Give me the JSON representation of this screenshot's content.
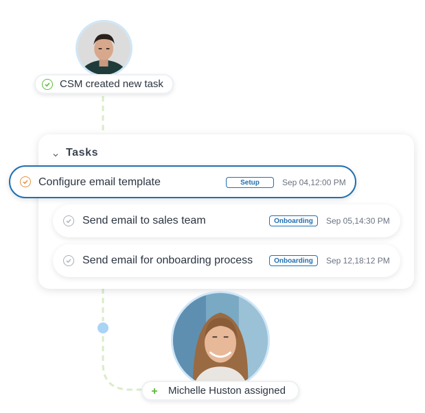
{
  "events": {
    "created": {
      "text": "CSM created new task",
      "icon": "check-circle-icon"
    },
    "assigned": {
      "name": "Michelle Huston",
      "suffix": " assigned",
      "icon": "plus-icon"
    }
  },
  "tasks_panel": {
    "title": "Tasks",
    "items": [
      {
        "title": "Configure email template",
        "tag": "Setup",
        "date": "Sep 04,12:00 PM",
        "status": "active"
      },
      {
        "title": "Send email to sales team",
        "tag": "Onboarding",
        "date": "Sep 05,14:30 PM",
        "status": "pending"
      },
      {
        "title": "Send email for onboarding process",
        "tag": "Onboarding",
        "date": "Sep 12,18:12 PM",
        "status": "pending"
      }
    ]
  },
  "colors": {
    "accent_blue": "#1f6fb0",
    "connector_green": "#d9ecc8",
    "check_green": "#5cba3c",
    "active_orange": "#e8923a",
    "timeline_dot": "#a9d4f5"
  }
}
